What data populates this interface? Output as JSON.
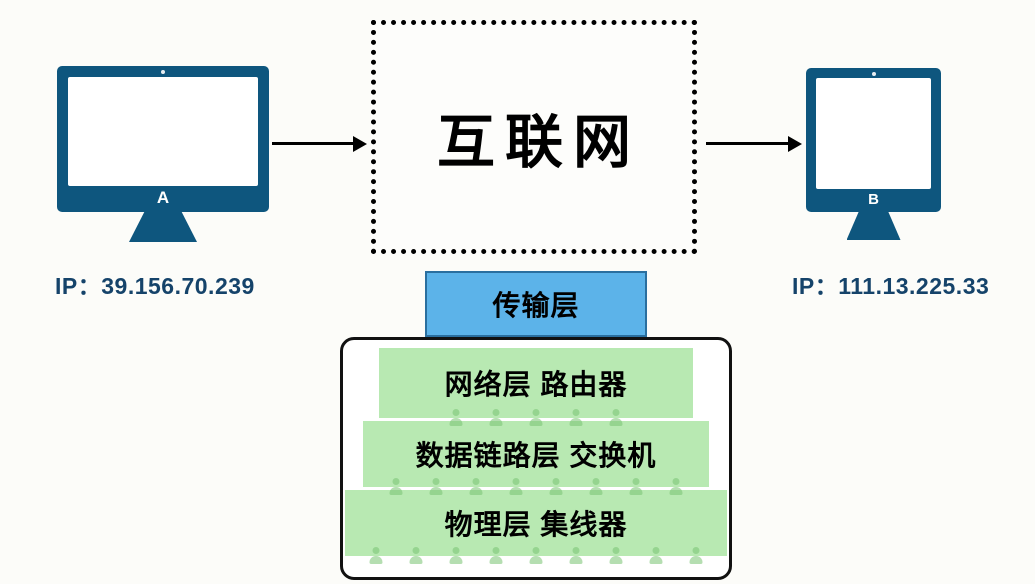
{
  "page": {
    "background": "#fcfcf9"
  },
  "computers": {
    "left": {
      "label": "A",
      "ip": "IP：39.156.70.239"
    },
    "right": {
      "label": "B",
      "ip": "IP：111.13.225.33"
    }
  },
  "internet": {
    "label": "互联网"
  },
  "stack": {
    "transport": {
      "label": "传输层",
      "fill": "#5cb3e9"
    },
    "layer_fill": "#b8e9b2",
    "layers": [
      {
        "label": "网络层 路由器",
        "people": 5
      },
      {
        "label": "数据链路层 交换机",
        "people": 8
      },
      {
        "label": "物理层 集线器",
        "people": 9
      }
    ]
  },
  "colors": {
    "monitor": "#0e567e",
    "ip_text": "#15436a",
    "arrow": "#000000",
    "border": "#111111",
    "person_icon": "#79c473"
  }
}
